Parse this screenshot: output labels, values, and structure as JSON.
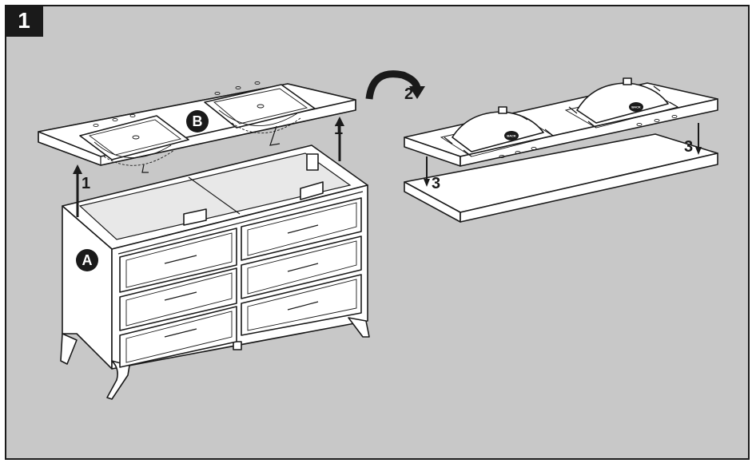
{
  "step": {
    "number": "1"
  },
  "labels": {
    "cabinet": "A",
    "countertop": "B",
    "arrow_lift": "1",
    "arrow_flip": "2",
    "arrow_place": "3"
  },
  "sink_stamp": "BACK",
  "colors": {
    "background": "#c8c8c8",
    "ink": "#1a1a1a",
    "paper": "#ffffff"
  }
}
